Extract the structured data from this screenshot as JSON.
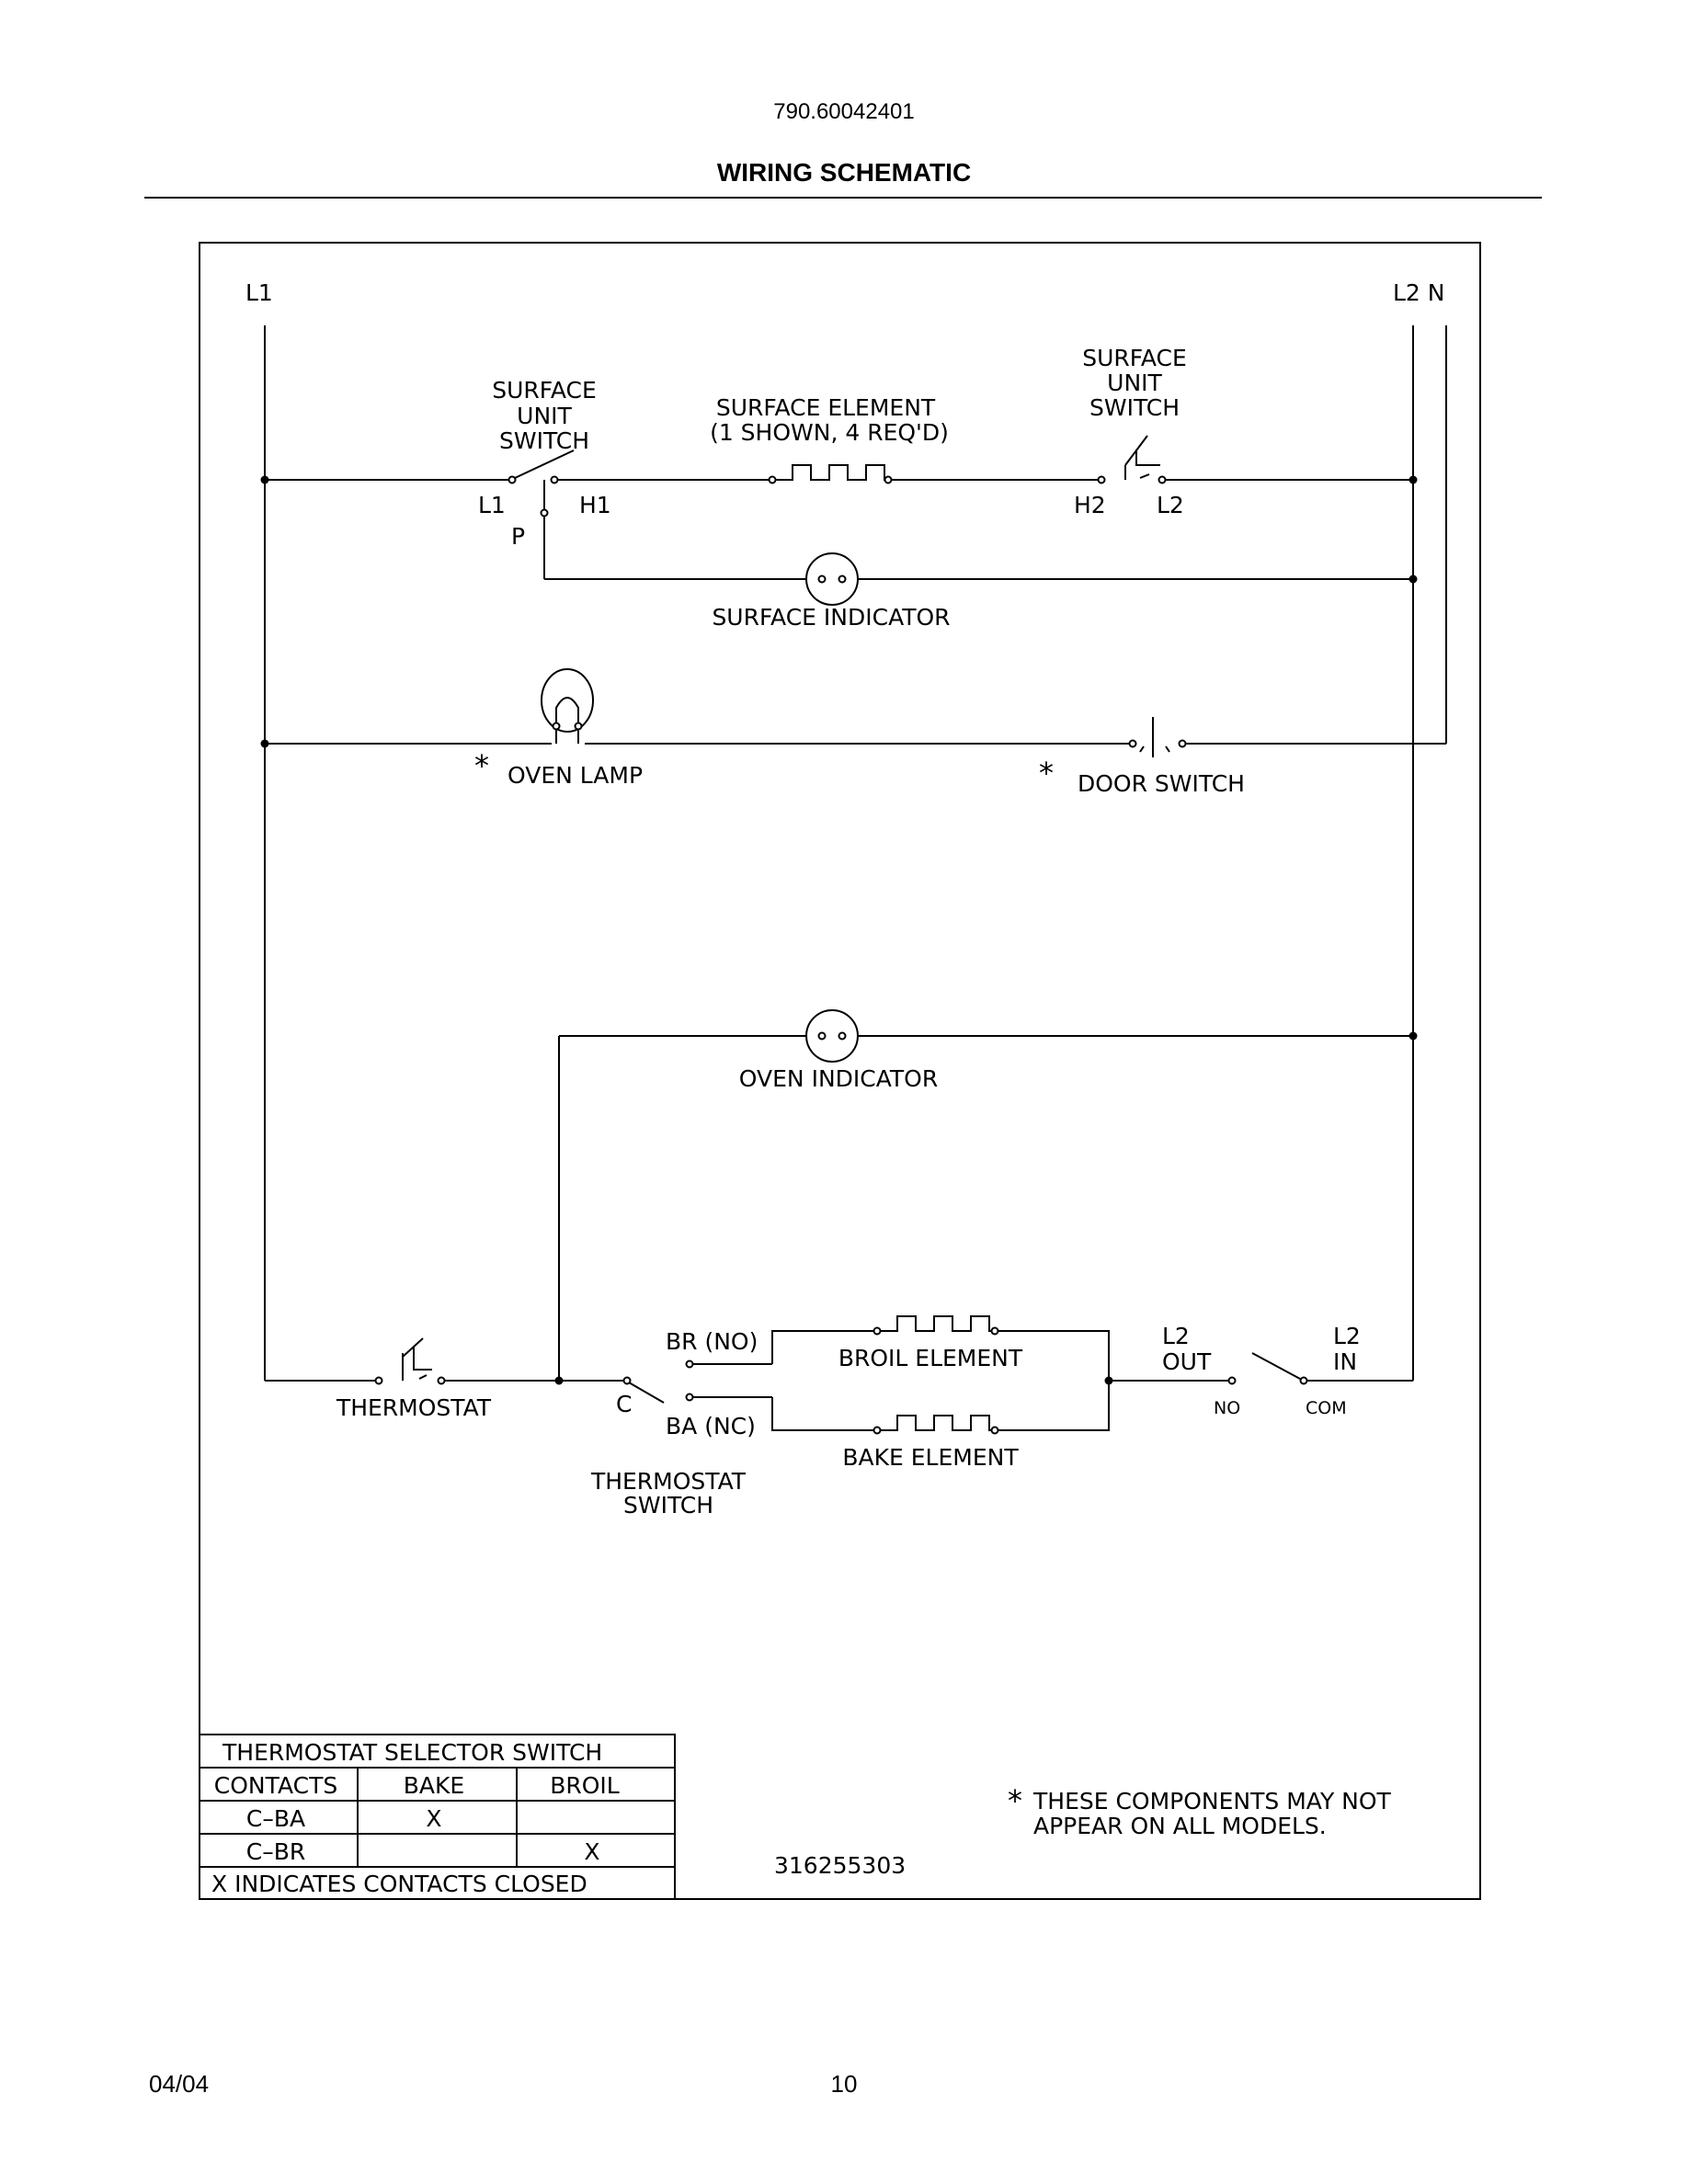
{
  "header": {
    "doc_number": "790.60042401",
    "title": "WIRING SCHEMATIC"
  },
  "rails": {
    "l1": "L1",
    "l2n": "L2 N"
  },
  "surface_circuit": {
    "switch_label_1": "SURFACE",
    "switch_label_2": "UNIT",
    "switch_label_3": "SWITCH",
    "term_l1": "L1",
    "term_h1": "H1",
    "term_p": "P",
    "element_label_1": "SURFACE ELEMENT",
    "element_label_2": "(1 SHOWN, 4 REQ'D)",
    "switch2_label_1": "SURFACE",
    "switch2_label_2": "UNIT",
    "switch2_label_3": "SWITCH",
    "term_h2": "H2",
    "term_l2": "L2",
    "indicator_label": "SURFACE INDICATOR"
  },
  "lamp_circuit": {
    "asterisk": "*",
    "lamp_label": "OVEN LAMP",
    "door_label": "DOOR SWITCH"
  },
  "oven_circuit": {
    "indicator_label": "OVEN INDICATOR",
    "thermostat_label": "THERMOSTAT",
    "br_label": "BR (NO)",
    "ba_label": "BA (NC)",
    "c_label": "C",
    "ts_label_1": "THERMOSTAT",
    "ts_label_2": "SWITCH",
    "broil_label": "BROIL ELEMENT",
    "bake_label": "BAKE ELEMENT",
    "l2out_1": "L2",
    "l2out_2": "OUT",
    "l2in_1": "L2",
    "l2in_2": "IN",
    "no_label": "NO",
    "com_label": "COM"
  },
  "selector_table": {
    "title": "THERMOSTAT SELECTOR SWITCH",
    "headers": [
      "CONTACTS",
      "BAKE",
      "BROIL"
    ],
    "rows": [
      [
        "C–BA",
        "X",
        ""
      ],
      [
        "C–BR",
        "",
        "X"
      ]
    ],
    "footer": "X INDICATES CONTACTS CLOSED"
  },
  "notes": {
    "asterisk": "*",
    "line_1": "THESE COMPONENTS MAY NOT",
    "line_2": "APPEAR ON ALL MODELS.",
    "part_number": "316255303"
  },
  "footer": {
    "date": "04/04",
    "page": "10"
  }
}
